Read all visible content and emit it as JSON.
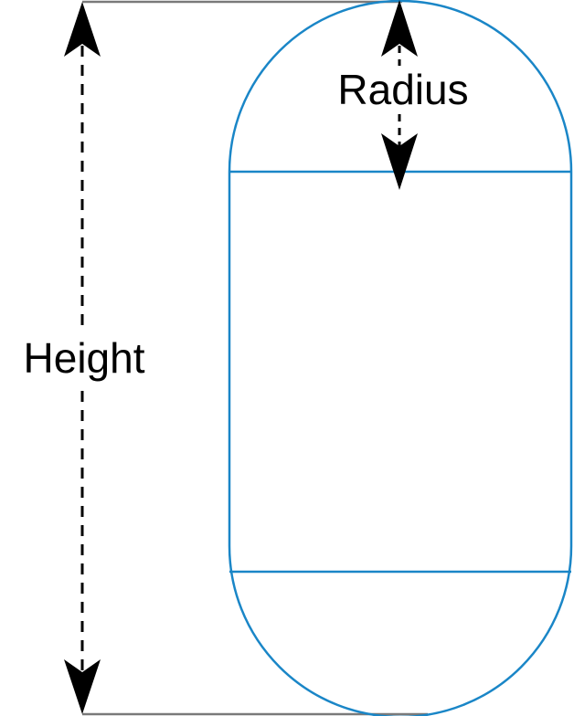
{
  "diagram": {
    "labels": {
      "height": "Height",
      "radius": "Radius"
    },
    "colors": {
      "capsule_stroke": "#1a86c7",
      "guide_stroke": "#7a7a7a",
      "arrow": "#000000",
      "background": "#ffffff"
    },
    "shapes": {
      "capsule": "capsule",
      "dimension_style": "dashed double-headed arrow"
    }
  }
}
